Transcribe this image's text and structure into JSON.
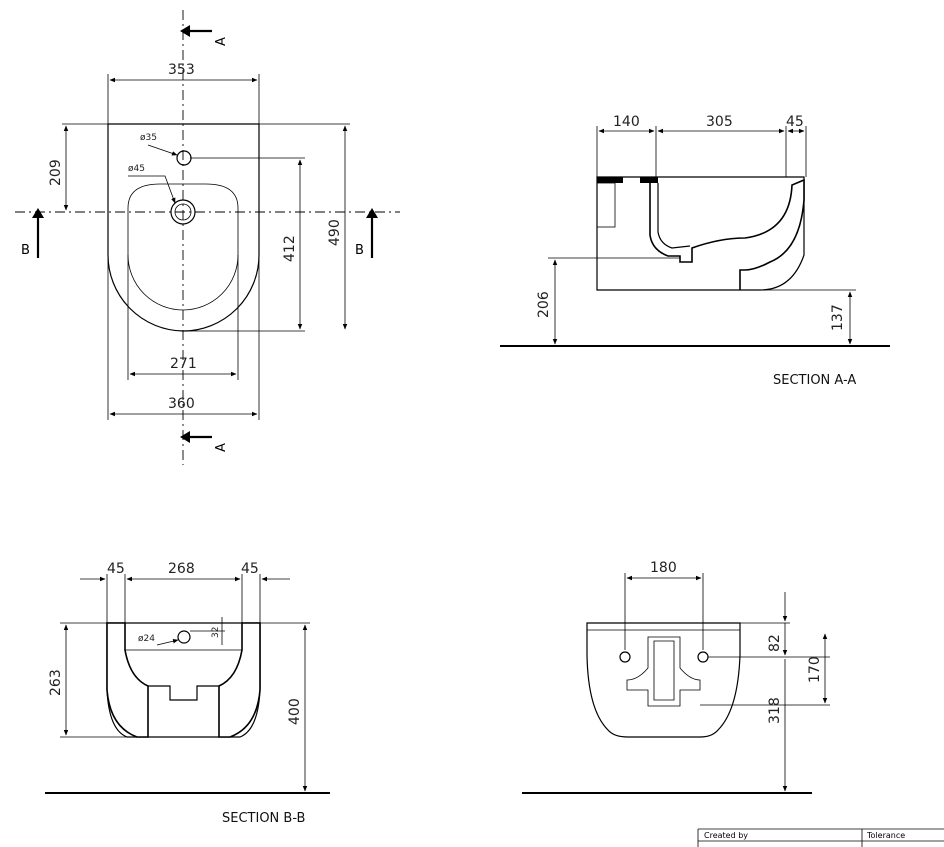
{
  "plan": {
    "dims": {
      "overall_width": "353",
      "bottom_width": "360",
      "bowl_width": "271",
      "front_to_hole": "209",
      "depth_412": "412",
      "depth_490": "490"
    },
    "holes": {
      "tap_hole": "ø35",
      "waste_hole": "ø45"
    },
    "section_marks": {
      "a_top": "A",
      "a_bottom": "A",
      "b_left": "B",
      "b_right": "B"
    }
  },
  "section_aa": {
    "caption": "SECTION A-A",
    "dims": {
      "d140": "140",
      "d305": "305",
      "d45": "45",
      "h206": "206",
      "h137": "137"
    }
  },
  "section_bb": {
    "caption": "SECTION B-B",
    "dims": {
      "d45_left": "45",
      "d268": "268",
      "d45_right": "45",
      "h263": "263",
      "h400": "400",
      "h32": "32",
      "hole": "ø24"
    }
  },
  "rear_view": {
    "dims": {
      "d180": "180",
      "h82": "82",
      "h170": "170",
      "h318": "318"
    }
  },
  "title_block": {
    "created_by": "Created by",
    "tolerance": "Tolerance"
  }
}
